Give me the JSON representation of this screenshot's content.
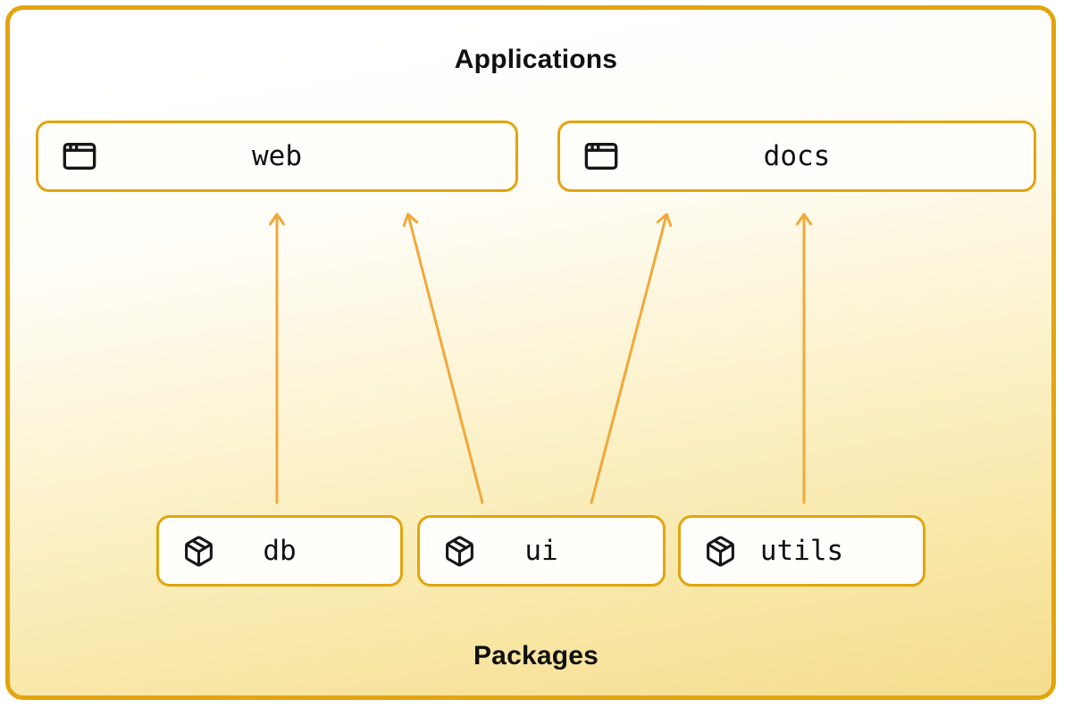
{
  "diagram": {
    "title_top": "Applications",
    "title_bottom": "Packages"
  },
  "applications": [
    {
      "label": "web",
      "icon": "app-window-icon"
    },
    {
      "label": "docs",
      "icon": "app-window-icon"
    }
  ],
  "packages": [
    {
      "label": "db",
      "icon": "package-icon"
    },
    {
      "label": "ui",
      "icon": "package-icon"
    },
    {
      "label": "utils",
      "icon": "package-icon"
    }
  ],
  "edges": [
    {
      "from": "db",
      "to": "web"
    },
    {
      "from": "ui",
      "to": "web"
    },
    {
      "from": "ui",
      "to": "docs"
    },
    {
      "from": "utils",
      "to": "docs"
    }
  ],
  "colors": {
    "accent_border": "#E2A50F",
    "arrow": "#F1A83B",
    "background_top": "#FFFFFF",
    "background_bottom": "#F5DD8E",
    "node_background": "#FFFEFB",
    "text": "#101010"
  }
}
